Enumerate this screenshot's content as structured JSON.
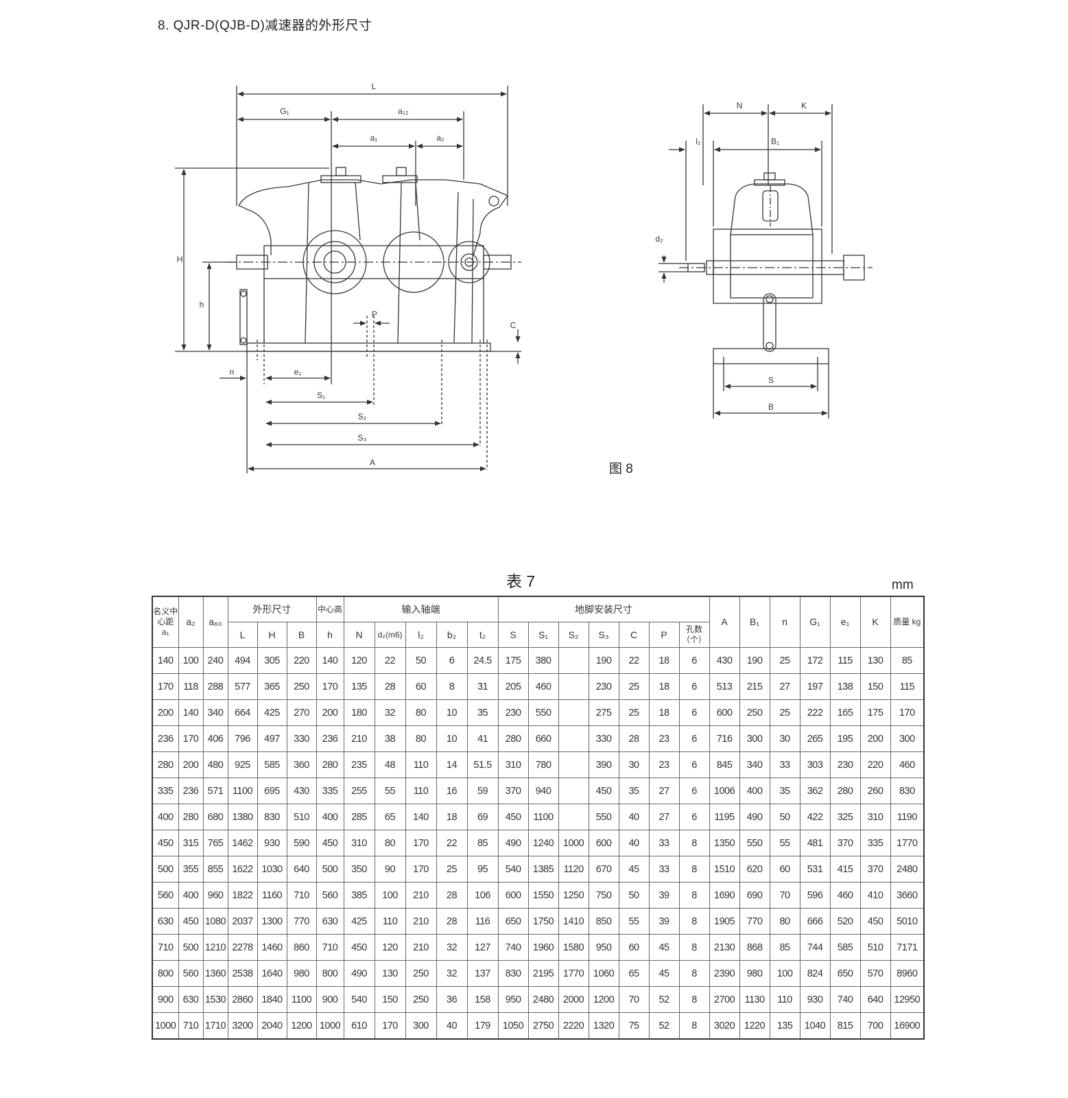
{
  "section_title": "8. QJR-D(QJB-D)减速器的外形尺寸",
  "figure_caption": "图 8",
  "table_caption": "表 7",
  "unit": "mm",
  "drawing_labels": {
    "L": "L",
    "G1": "G₁",
    "a12": "a₁₂",
    "a1": "a₁",
    "a2": "a₂",
    "H": "H",
    "h": "h",
    "P": "P",
    "C": "C",
    "n": "n",
    "e1": "e₁",
    "S1": "S₁",
    "S2": "S₂",
    "S3": "S₃",
    "A": "A",
    "N": "N",
    "K": "K",
    "l2": "l₂",
    "B1": "B₁",
    "d2": "d₂",
    "S": "S",
    "B": "B"
  },
  "table_headers": {
    "nominal_center": "名义中心距 a₁",
    "a2": "a₂",
    "a60": "a₆₀",
    "outline": "外形尺寸",
    "L": "L",
    "H": "H",
    "B": "B",
    "center_height": "中心高",
    "h": "h",
    "input_shaft": "输入轴端",
    "N": "N",
    "d2": "d₂(m6)",
    "l2": "l₂",
    "b2": "b₂",
    "t2": "t₂",
    "foot_mount": "地脚安装尺寸",
    "S": "S",
    "S1": "S₁",
    "S2": "S₂",
    "S3": "S₃",
    "C": "C",
    "P": "P",
    "holes": "孔数（个）",
    "A": "A",
    "B1": "B₁",
    "n": "n",
    "G1": "G₁",
    "e1": "e₁",
    "K": "K",
    "mass": "质量 kg"
  },
  "rows": [
    [
      "140",
      "100",
      "240",
      "494",
      "305",
      "220",
      "140",
      "120",
      "22",
      "50",
      "6",
      "24.5",
      "175",
      "380",
      "",
      "190",
      "22",
      "18",
      "6",
      "430",
      "190",
      "25",
      "172",
      "115",
      "130",
      "85"
    ],
    [
      "170",
      "118",
      "288",
      "577",
      "365",
      "250",
      "170",
      "135",
      "28",
      "60",
      "8",
      "31",
      "205",
      "460",
      "",
      "230",
      "25",
      "18",
      "6",
      "513",
      "215",
      "27",
      "197",
      "138",
      "150",
      "115"
    ],
    [
      "200",
      "140",
      "340",
      "664",
      "425",
      "270",
      "200",
      "180",
      "32",
      "80",
      "10",
      "35",
      "230",
      "550",
      "",
      "275",
      "25",
      "18",
      "6",
      "600",
      "250",
      "25",
      "222",
      "165",
      "175",
      "170"
    ],
    [
      "236",
      "170",
      "406",
      "796",
      "497",
      "330",
      "236",
      "210",
      "38",
      "80",
      "10",
      "41",
      "280",
      "660",
      "",
      "330",
      "28",
      "23",
      "6",
      "716",
      "300",
      "30",
      "265",
      "195",
      "200",
      "300"
    ],
    [
      "280",
      "200",
      "480",
      "925",
      "585",
      "360",
      "280",
      "235",
      "48",
      "110",
      "14",
      "51.5",
      "310",
      "780",
      "",
      "390",
      "30",
      "23",
      "6",
      "845",
      "340",
      "33",
      "303",
      "230",
      "220",
      "460"
    ],
    [
      "335",
      "236",
      "571",
      "1100",
      "695",
      "430",
      "335",
      "255",
      "55",
      "110",
      "16",
      "59",
      "370",
      "940",
      "",
      "450",
      "35",
      "27",
      "6",
      "1006",
      "400",
      "35",
      "362",
      "280",
      "260",
      "830"
    ],
    [
      "400",
      "280",
      "680",
      "1380",
      "830",
      "510",
      "400",
      "285",
      "65",
      "140",
      "18",
      "69",
      "450",
      "1100",
      "",
      "550",
      "40",
      "27",
      "6",
      "1195",
      "490",
      "50",
      "422",
      "325",
      "310",
      "1190"
    ],
    [
      "450",
      "315",
      "765",
      "1462",
      "930",
      "590",
      "450",
      "310",
      "80",
      "170",
      "22",
      "85",
      "490",
      "1240",
      "1000",
      "600",
      "40",
      "33",
      "8",
      "1350",
      "550",
      "55",
      "481",
      "370",
      "335",
      "1770"
    ],
    [
      "500",
      "355",
      "855",
      "1622",
      "1030",
      "640",
      "500",
      "350",
      "90",
      "170",
      "25",
      "95",
      "540",
      "1385",
      "1120",
      "670",
      "45",
      "33",
      "8",
      "1510",
      "620",
      "60",
      "531",
      "415",
      "370",
      "2480"
    ],
    [
      "560",
      "400",
      "960",
      "1822",
      "1160",
      "710",
      "560",
      "385",
      "100",
      "210",
      "28",
      "106",
      "600",
      "1550",
      "1250",
      "750",
      "50",
      "39",
      "8",
      "1690",
      "690",
      "70",
      "596",
      "460",
      "410",
      "3660"
    ],
    [
      "630",
      "450",
      "1080",
      "2037",
      "1300",
      "770",
      "630",
      "425",
      "110",
      "210",
      "28",
      "116",
      "650",
      "1750",
      "1410",
      "850",
      "55",
      "39",
      "8",
      "1905",
      "770",
      "80",
      "666",
      "520",
      "450",
      "5010"
    ],
    [
      "710",
      "500",
      "1210",
      "2278",
      "1460",
      "860",
      "710",
      "450",
      "120",
      "210",
      "32",
      "127",
      "740",
      "1960",
      "1580",
      "950",
      "60",
      "45",
      "8",
      "2130",
      "868",
      "85",
      "744",
      "585",
      "510",
      "7171"
    ],
    [
      "800",
      "560",
      "1360",
      "2538",
      "1640",
      "980",
      "800",
      "490",
      "130",
      "250",
      "32",
      "137",
      "830",
      "2195",
      "1770",
      "1060",
      "65",
      "45",
      "8",
      "2390",
      "980",
      "100",
      "824",
      "650",
      "570",
      "8960"
    ],
    [
      "900",
      "630",
      "1530",
      "2860",
      "1840",
      "1100",
      "900",
      "540",
      "150",
      "250",
      "36",
      "158",
      "950",
      "2480",
      "2000",
      "1200",
      "70",
      "52",
      "8",
      "2700",
      "1130",
      "110",
      "930",
      "740",
      "640",
      "12950"
    ],
    [
      "1000",
      "710",
      "1710",
      "3200",
      "2040",
      "1200",
      "1000",
      "610",
      "170",
      "300",
      "40",
      "179",
      "1050",
      "2750",
      "2220",
      "1320",
      "75",
      "52",
      "8",
      "3020",
      "1220",
      "135",
      "1040",
      "815",
      "700",
      "16900"
    ]
  ]
}
